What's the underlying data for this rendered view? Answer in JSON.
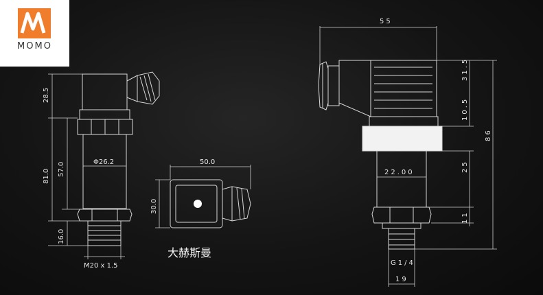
{
  "logo": {
    "text": "MOMO",
    "color": "#f07d2c"
  },
  "left_view": {
    "dims": {
      "height_top": "28.5",
      "height_total": "81.0",
      "height_body": "57.0",
      "height_thread": "16.0",
      "diameter": "Φ26.2",
      "thread": "M20 x 1.5"
    }
  },
  "connector_view": {
    "dims": {
      "width": "50.0",
      "height": "30.0"
    },
    "brand": "大赫斯曼"
  },
  "right_view": {
    "dims": {
      "width_top": "55",
      "total_height": "86",
      "d_31_5": "31.5",
      "d_10_5": "10.5",
      "d_25": "25",
      "d_11": "11",
      "body_width": "22.00",
      "thread": "G1/4",
      "bottom_width": "19"
    }
  }
}
